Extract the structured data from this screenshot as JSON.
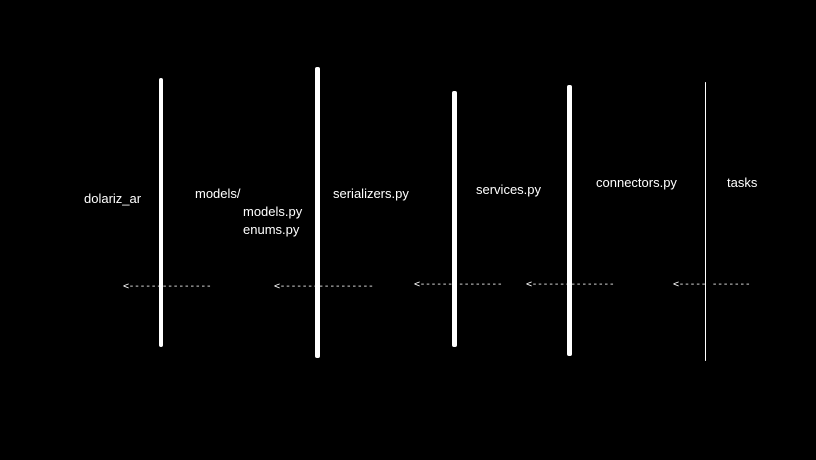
{
  "layers": [
    {
      "id": "dolariz_ar",
      "label": "dolariz_ar"
    },
    {
      "id": "models",
      "label": "models/",
      "children": [
        "models.py",
        "enums.py"
      ]
    },
    {
      "id": "serializers",
      "label": "serializers.py"
    },
    {
      "id": "services",
      "label": "services.py"
    },
    {
      "id": "connectors",
      "label": "connectors.py"
    },
    {
      "id": "tasks",
      "label": "tasks"
    }
  ],
  "arrows": [
    "<---------------",
    "<-----------------",
    "<---------------",
    "<---------------",
    "<-----  -------"
  ],
  "colors": {
    "background": "#000000",
    "foreground": "#ffffff"
  }
}
